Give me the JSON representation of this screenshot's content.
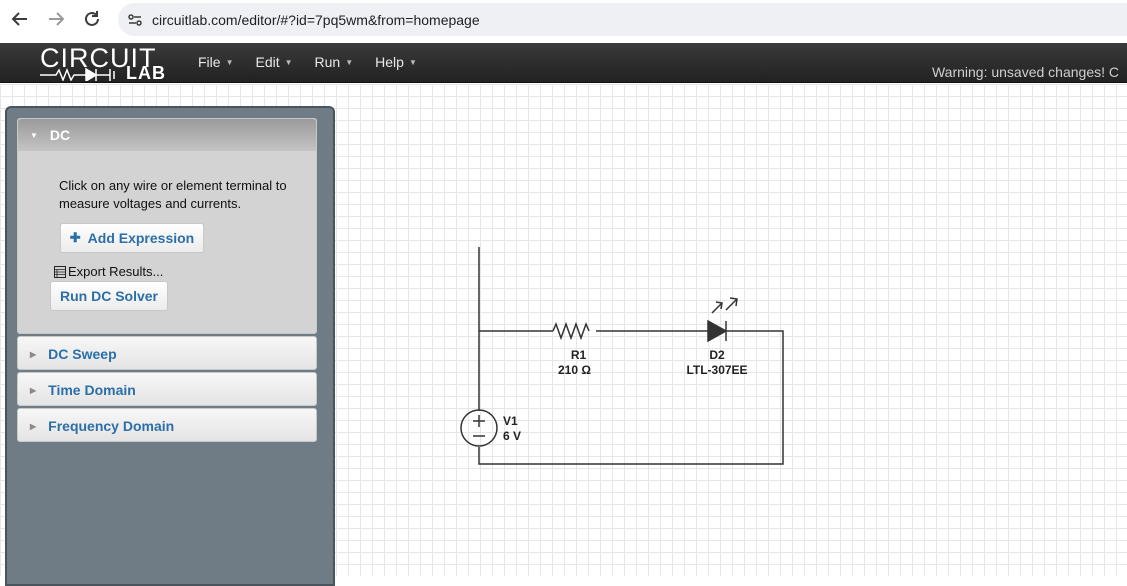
{
  "browser": {
    "url": "circuitlab.com/editor/#?id=7pq5wm&from=homepage"
  },
  "header": {
    "logo_top": "CIRCUIT",
    "logo_lab": "LAB",
    "menu": [
      {
        "label": "File"
      },
      {
        "label": "Edit"
      },
      {
        "label": "Run"
      },
      {
        "label": "Help"
      }
    ],
    "warning": "Warning: unsaved changes! C"
  },
  "sidebar": {
    "dc": {
      "title": "DC",
      "description": "Click on any wire or element terminal to measure voltages and currents.",
      "add_expression": "Add Expression",
      "export_results": "Export Results...",
      "run_solver": "Run DC Solver"
    },
    "panels": [
      {
        "title": "DC Sweep"
      },
      {
        "title": "Time Domain"
      },
      {
        "title": "Frequency Domain"
      }
    ]
  },
  "circuit": {
    "resistor": {
      "name": "R1",
      "value": "210 Ω"
    },
    "led": {
      "name": "D2",
      "value": "LTL-307EE"
    },
    "source": {
      "name": "V1",
      "value": "6 V"
    }
  },
  "colors": {
    "link_blue": "#2c6fa8",
    "sidebar_bg": "#6f7c86",
    "header_bg": "#2a2a2a"
  }
}
